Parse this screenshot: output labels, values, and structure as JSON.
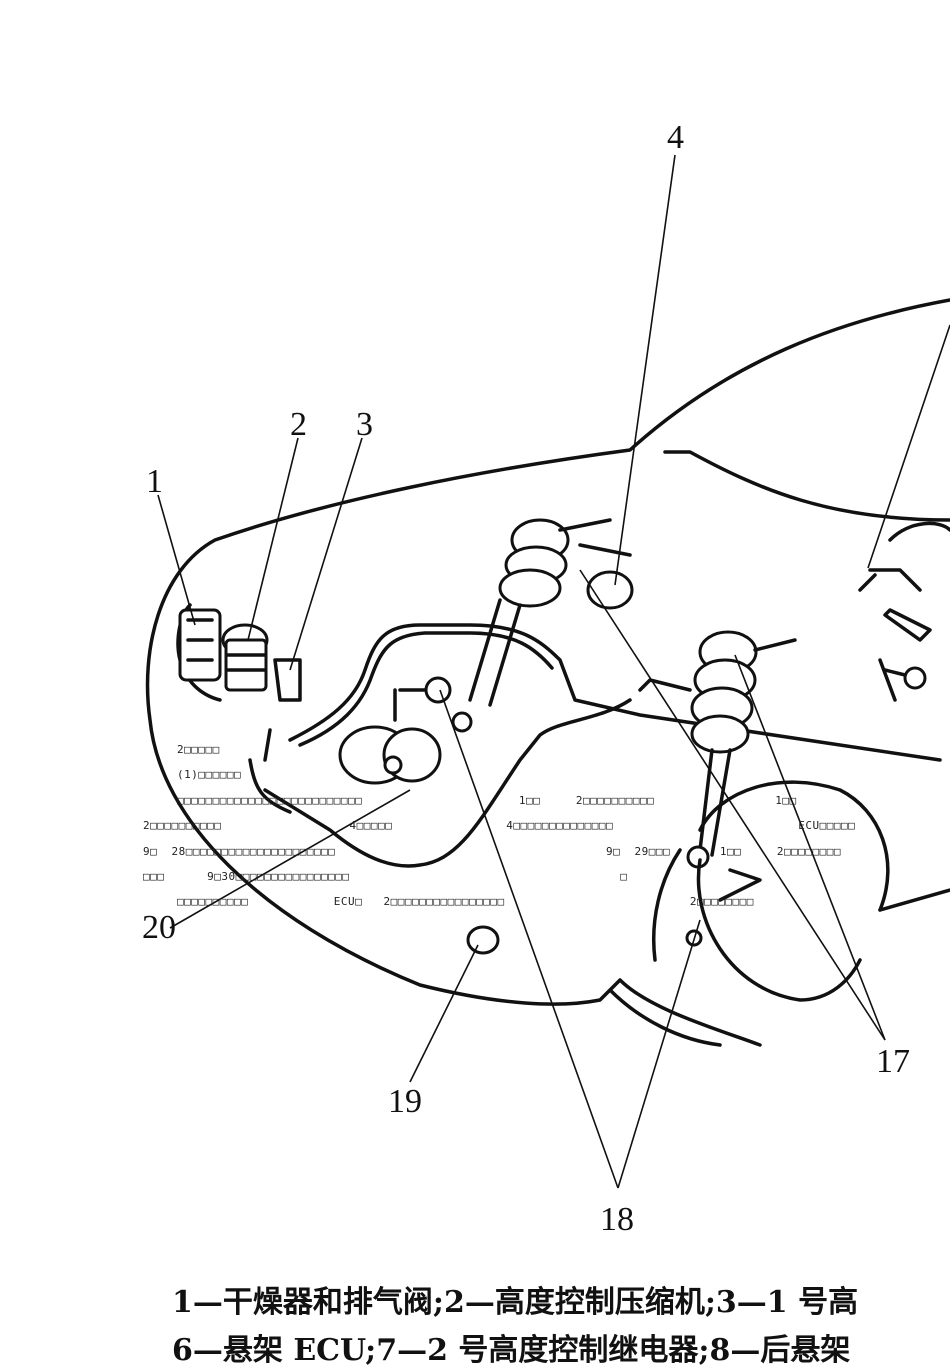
{
  "callouts": {
    "c1": "1",
    "c2": "2",
    "c3": "3",
    "c4": "4",
    "c17": "17",
    "c18": "18",
    "c19": "19",
    "c20": "20"
  },
  "overlay_lines": [
    "2□□□□□",
    "(1)□□□□□□",
    "□□□□□□□□□□□□□□□□□□□□□□□□□□                      1□□     2□□□□□□□□□□                 1□□",
    "2□□□□□□□□□□                  4□□□□□                4□□□□□□□□□□□□□□                          ECU□□□□□",
    "9□  28□□□□□□□□□□□□□□□□□□□□□                                      9□  29□□□       1□□     2□□□□□□□□",
    "□□□      9□30□□□□□□□□□□□□□□□□                                      □",
    "□□□□□□□□□□            ECU□   2□□□□□□□□□□□□□□□□                          2□□□□□□□□"
  ],
  "caption": {
    "line1": "1—干燥器和排气阀;2—高度控制压缩机;3—1 号高",
    "line2": "6—悬架 ECU;7—2 号高度控制继电器;8—后悬架"
  }
}
